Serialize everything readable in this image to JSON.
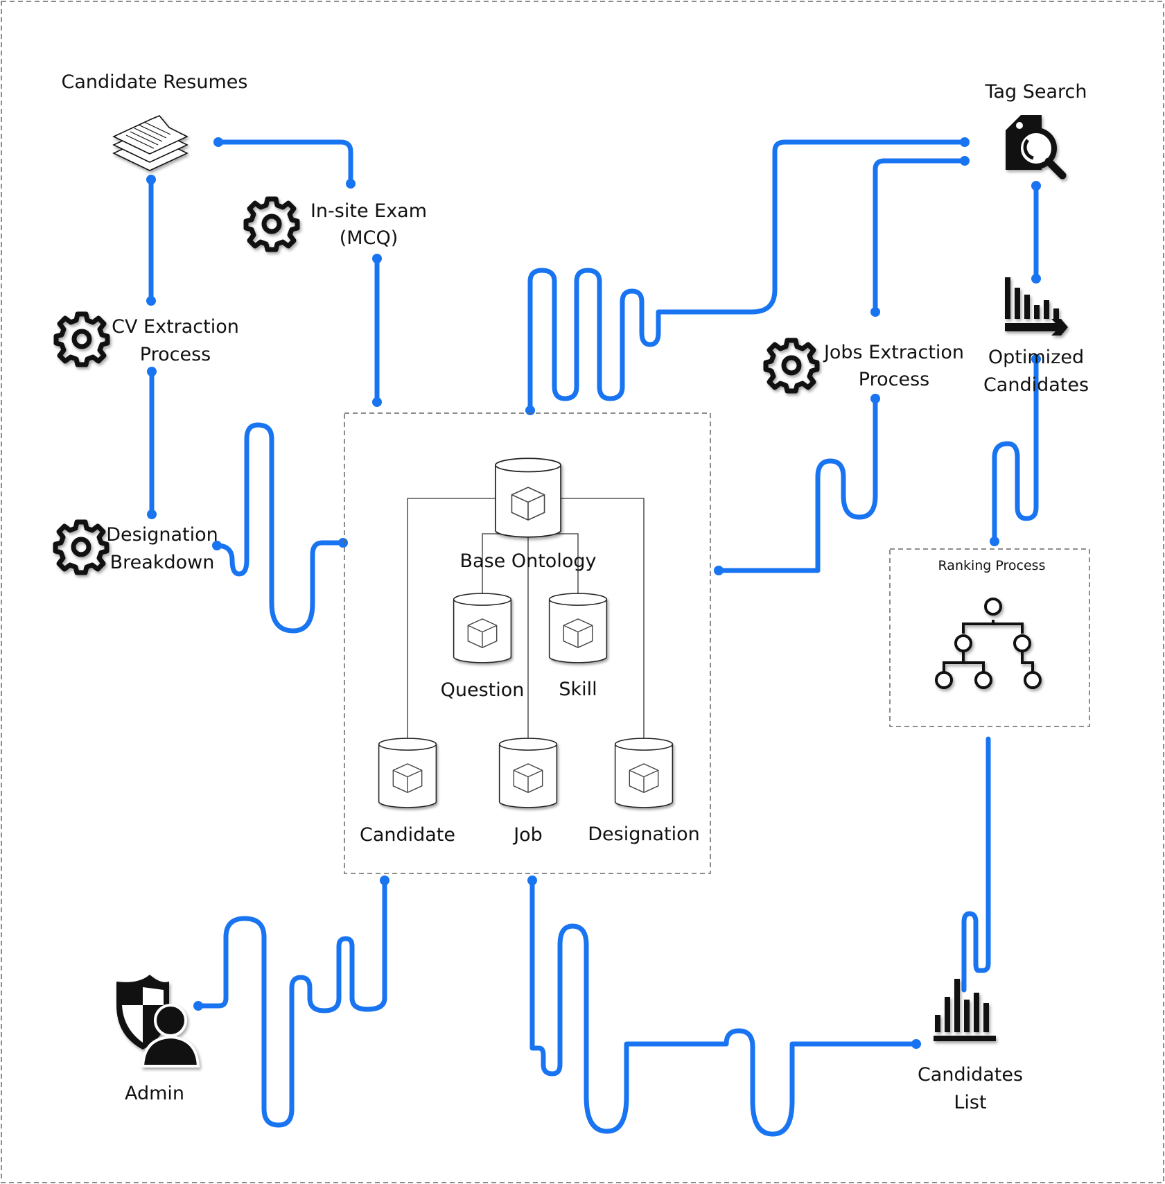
{
  "labels": {
    "candidate_resumes": "Candidate Resumes",
    "insite_exam_line1": "In-site Exam",
    "insite_exam_line2": "(MCQ)",
    "cv_extraction_line1": "CV Extraction",
    "cv_extraction_line2": "Process",
    "designation_breakdown_line1": "Designation",
    "designation_breakdown_line2": "Breakdown",
    "tag_search": "Tag Search",
    "jobs_extraction_line1": "Jobs Extraction",
    "jobs_extraction_line2": "Process",
    "optimized_line1": "Optimized",
    "optimized_line2": "Candidates",
    "ranking_process": "Ranking Process",
    "admin": "Admin",
    "candidates_list_line1": "Candidates",
    "candidates_list_line2": "List"
  },
  "ontology": {
    "base": "Base Ontology",
    "question": "Question",
    "skill": "Skill",
    "candidate": "Candidate",
    "job": "Job",
    "designation": "Designation"
  },
  "icons": {
    "resumes": "documents-stack-icon",
    "gear": "gear-icon",
    "tag_search": "tag-search-icon",
    "optimized": "bar-chart-arrow-icon",
    "ranking": "hierarchy-tree-icon",
    "admin": "admin-shield-user-icon",
    "candidates_list": "bar-chart-icon",
    "database": "database-cube-icon"
  },
  "colors": {
    "connector": "#1874f0",
    "text": "#111111"
  }
}
